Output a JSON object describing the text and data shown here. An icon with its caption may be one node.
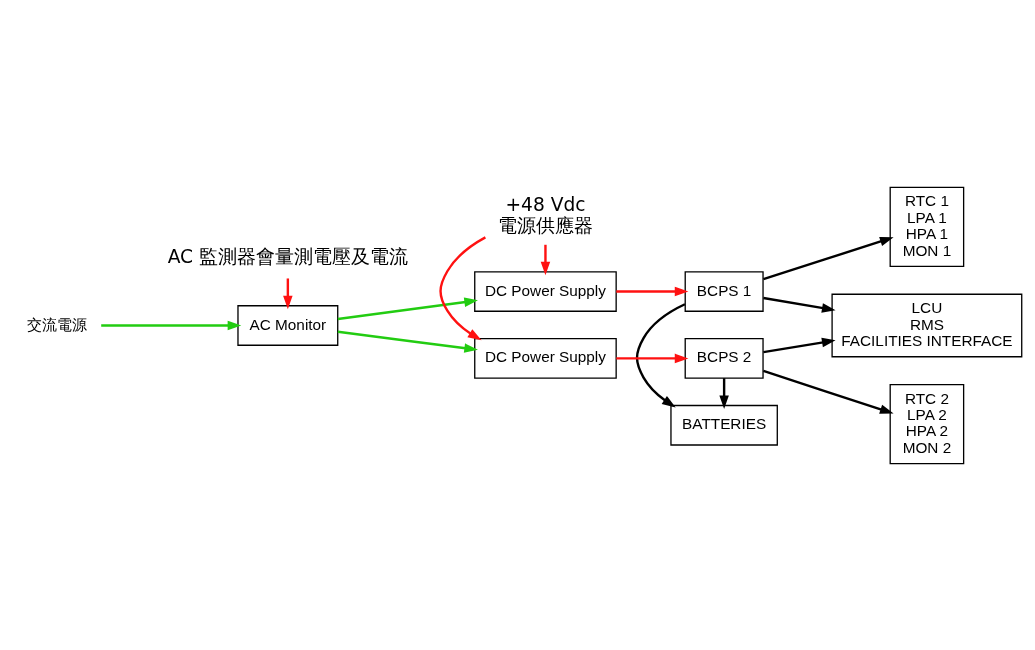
{
  "diagram": {
    "nodes": [
      {
        "text": [
          "交流電源"
        ]
      },
      {
        "text": [
          "AC Monitor"
        ]
      },
      {
        "text": [
          "DC Power Supply"
        ]
      },
      {
        "text": [
          "BCPS 1"
        ]
      },
      {
        "text": [
          "RTC 1",
          "LPA 1",
          "HPA 1",
          "MON 1"
        ]
      },
      {
        "text": [
          "BATTERIES"
        ]
      },
      {
        "text": [
          "LCU",
          "RMS",
          "FACILITIES INTERFACE"
        ]
      },
      {
        "text": [
          "DC Power Supply"
        ]
      },
      {
        "text": [
          "BCPS 2"
        ]
      },
      {
        "text": [
          "RTC 2",
          "LPA 2",
          "HPA 2",
          "MON 2"
        ]
      },
      {
        "text": [
          "AC 監測器會量測電壓及電流"
        ]
      },
      {
        "text": [
          "+48 Vdc",
          "電源供應器"
        ]
      }
    ],
    "edges": [
      {
        "from": 0,
        "to": 1,
        "arrow": "to",
        "color": "#22cc11"
      },
      {
        "from": 10,
        "to": 1,
        "arrow": "to",
        "color": "#ff1111"
      },
      {
        "from": 1,
        "to": 2,
        "arrow": "to",
        "color": "#22cc11"
      },
      {
        "from": 1,
        "to": 7,
        "arrow": "to",
        "color": "#22cc11"
      },
      {
        "from": 2,
        "to": 3,
        "arrow": "to",
        "color": "#ff1111"
      },
      {
        "from": 7,
        "to": 8,
        "arrow": "to",
        "color": "#ff1111"
      },
      {
        "from": 11,
        "to": 2,
        "arrow": "to",
        "color": "#ff1111"
      },
      {
        "from": 11,
        "to": 7,
        "arrow": "to",
        "color": "#ff1111"
      },
      {
        "from": 3,
        "to": 4,
        "arrow": "to"
      },
      {
        "from": 3,
        "to": 6,
        "arrow": "to"
      },
      {
        "from": 3,
        "to": 5,
        "arrow": "to"
      },
      {
        "from": 8,
        "to": 5,
        "arrow": "to"
      },
      {
        "from": 8,
        "to": 6,
        "arrow": "to"
      },
      {
        "from": 8,
        "to": 9,
        "arrow": "to"
      }
    ]
  }
}
